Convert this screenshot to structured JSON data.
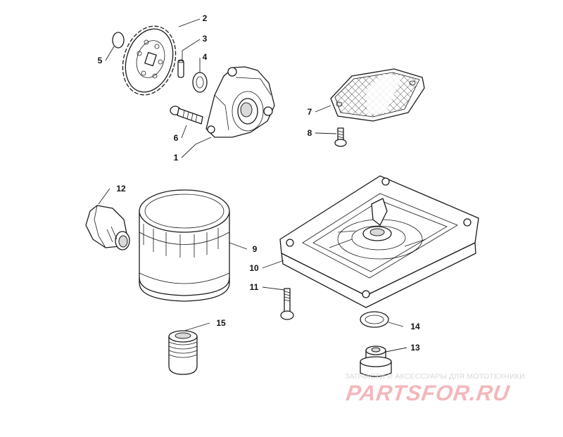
{
  "callouts": [
    {
      "id": "c1",
      "label": "1"
    },
    {
      "id": "c2",
      "label": "2"
    },
    {
      "id": "c3",
      "label": "3"
    },
    {
      "id": "c4",
      "label": "4"
    },
    {
      "id": "c5",
      "label": "5"
    },
    {
      "id": "c6",
      "label": "6"
    },
    {
      "id": "c7",
      "label": "7"
    },
    {
      "id": "c8",
      "label": "8"
    },
    {
      "id": "c9",
      "label": "9"
    },
    {
      "id": "c10",
      "label": "10"
    },
    {
      "id": "c11",
      "label": "11"
    },
    {
      "id": "c12",
      "label": "12"
    },
    {
      "id": "c13",
      "label": "13"
    },
    {
      "id": "c14",
      "label": "14"
    },
    {
      "id": "c15",
      "label": "15"
    }
  ],
  "watermark": {
    "tagline": "ЗАПЧАСТИ И АКСЕССУАРЫ ДЛЯ МОТОТЕХНИКИ",
    "logo": "PARTSFOR.RU",
    "logo_color": "#f2b8bb"
  }
}
